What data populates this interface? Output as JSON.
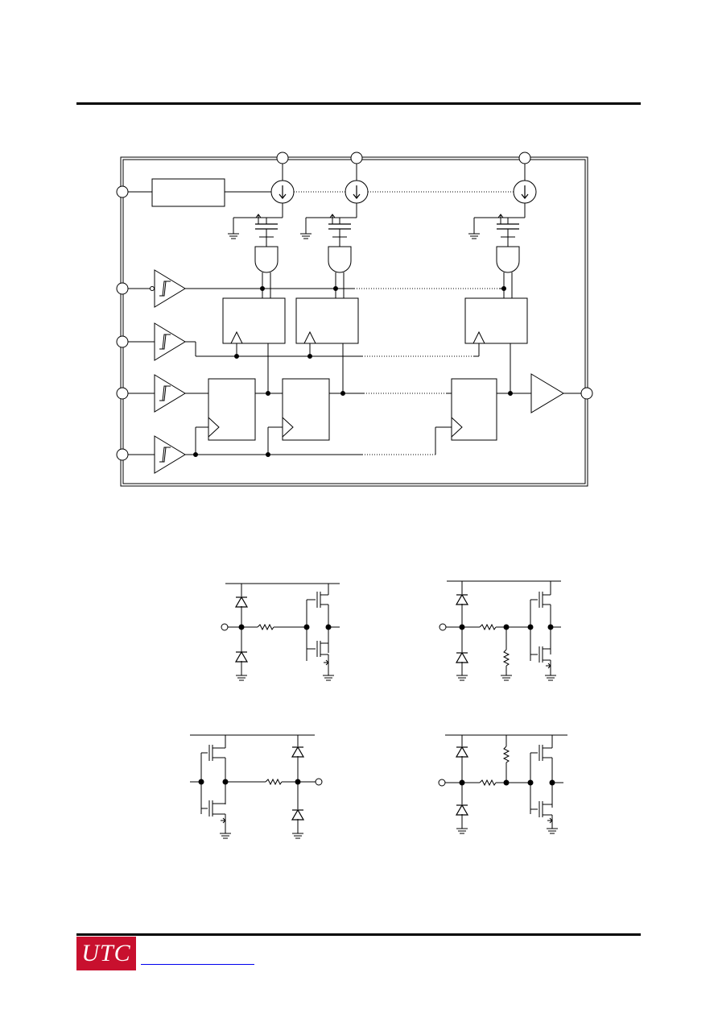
{
  "header": {
    "rule": "top-divider"
  },
  "figure_block_diagram": {
    "stages_visible": 3,
    "connection_style": "dotted continuation between stage 2 and final stage"
  },
  "figure_io_circuits": {
    "count": 4,
    "kinds": [
      "input-protection-to-inverter",
      "input-with-pulldown-to-inverter",
      "inverter-output-with-protection",
      "input-with-pullup-to-inverter"
    ]
  },
  "footer": {
    "logo_text": "UTC",
    "logo_color": "#c8102e",
    "link_color": "#0000ee"
  }
}
